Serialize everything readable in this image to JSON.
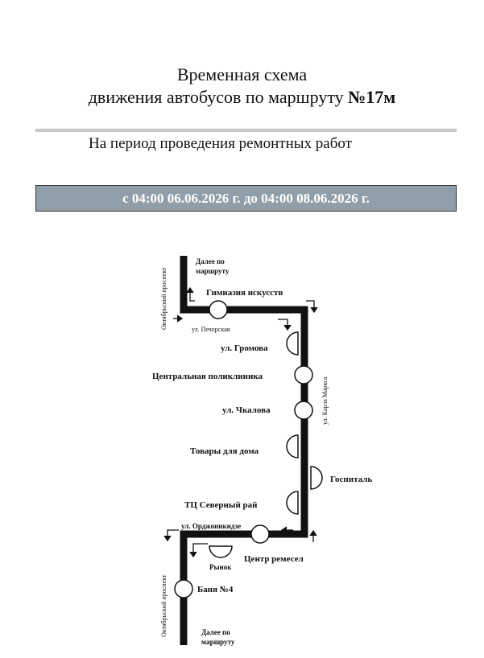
{
  "header": {
    "title_line1": "Временная схема",
    "title_line2_prefix": "движения автобусов по маршруту ",
    "title_line2_route": "№17м",
    "subtitle": "На период проведения ремонтных работ",
    "period": "с  04:00 06.06.2026 г. до 04:00 08.06.2026 г."
  },
  "streets": {
    "oktyabrsky_top": "Октябрьский проспект",
    "pechorskaya": "ул. Печорская",
    "karla_marksa": "ул. Карла Маркса",
    "ordzhonikidze": "ул. Орджоникидзе",
    "oktyabrsky_bottom": "Октябрьский проспект"
  },
  "stops": {
    "gimnaziya": "Гимназия искусств",
    "gromova": "ул. Громова",
    "poliklinika": "Центральная поликлиника",
    "chkalova": "ул. Чкалова",
    "tovary": "Товары для дома",
    "gospital": "Госпиталь",
    "tc_sever": "ТЦ Северный рай",
    "centr_remesel": "Центр ремесел",
    "rynok": "Рынок",
    "banya": "Баня №4"
  },
  "continue_top": [
    "Далее по",
    "маршруту"
  ],
  "continue_bottom": [
    "Далее по",
    "маршруту"
  ]
}
